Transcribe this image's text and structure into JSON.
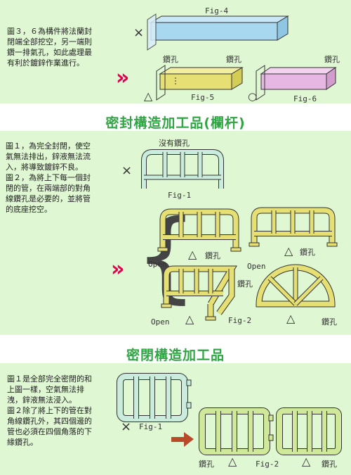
{
  "colors": {
    "band": "#dff7d3",
    "heading": "#2fa543",
    "pipe_yellow": "#e6e074",
    "pipe_green": "#c9ecdc",
    "pipe_blue": "#a8d8f0",
    "pipe_pink": "#e7b7e3",
    "pipe_lime": "#cfe89a",
    "arrow_red": "#e0004e",
    "arrow_brown": "#b84a2a"
  },
  "section1": {
    "desc": [
      "圖３，６為構件將法蘭封",
      "閉端全部挖空，另一端則",
      "鑽一排氣孔，如此處理最",
      "有利於鍍鋅作業進行。"
    ],
    "fig4_label": "Fig-4",
    "fig5_label": "Fig-5",
    "fig6_label": "Fig-6",
    "hole_label": "鑽孔",
    "mark_x": "×",
    "mark_triangle": "△",
    "mark_circle": "○",
    "arrow": "»"
  },
  "section2": {
    "title": "密封構造加工品(欄杆)",
    "desc": [
      "圖１，為完全封閉，使空",
      "氣無法排出，鋅液無法流",
      "入，將導致鍍鋅不良。",
      "圖２，為將上下每一個封",
      "閉的管，在兩端部的對角",
      "線鑽孔是必要的，並將管",
      "的底座挖空。"
    ],
    "no_hole_label": "沒有鑽孔",
    "fig1_label": "Fig-1",
    "fig2_label": "Fig-2",
    "hole_label": "鑽孔",
    "open_label": "Open",
    "mark_x": "×",
    "mark_triangle": "△",
    "brace": "{",
    "arrow": "»"
  },
  "section3": {
    "title": "密閉構造加工品",
    "desc": [
      "圖１是全部完全密閉的和",
      "上圖一樣，空氣無法排",
      "洩，鋅液無法浸入。",
      "圖２除了將上下的管在對",
      "角線鑽孔外，其四個邊的",
      "管也必須在四個角落的下",
      "緣鑽孔。"
    ],
    "fig1_label": "Fig-1",
    "fig2_label": "Fig-2",
    "hole_label": "鑽孔",
    "mark_x": "×",
    "mark_triangle": "△"
  }
}
